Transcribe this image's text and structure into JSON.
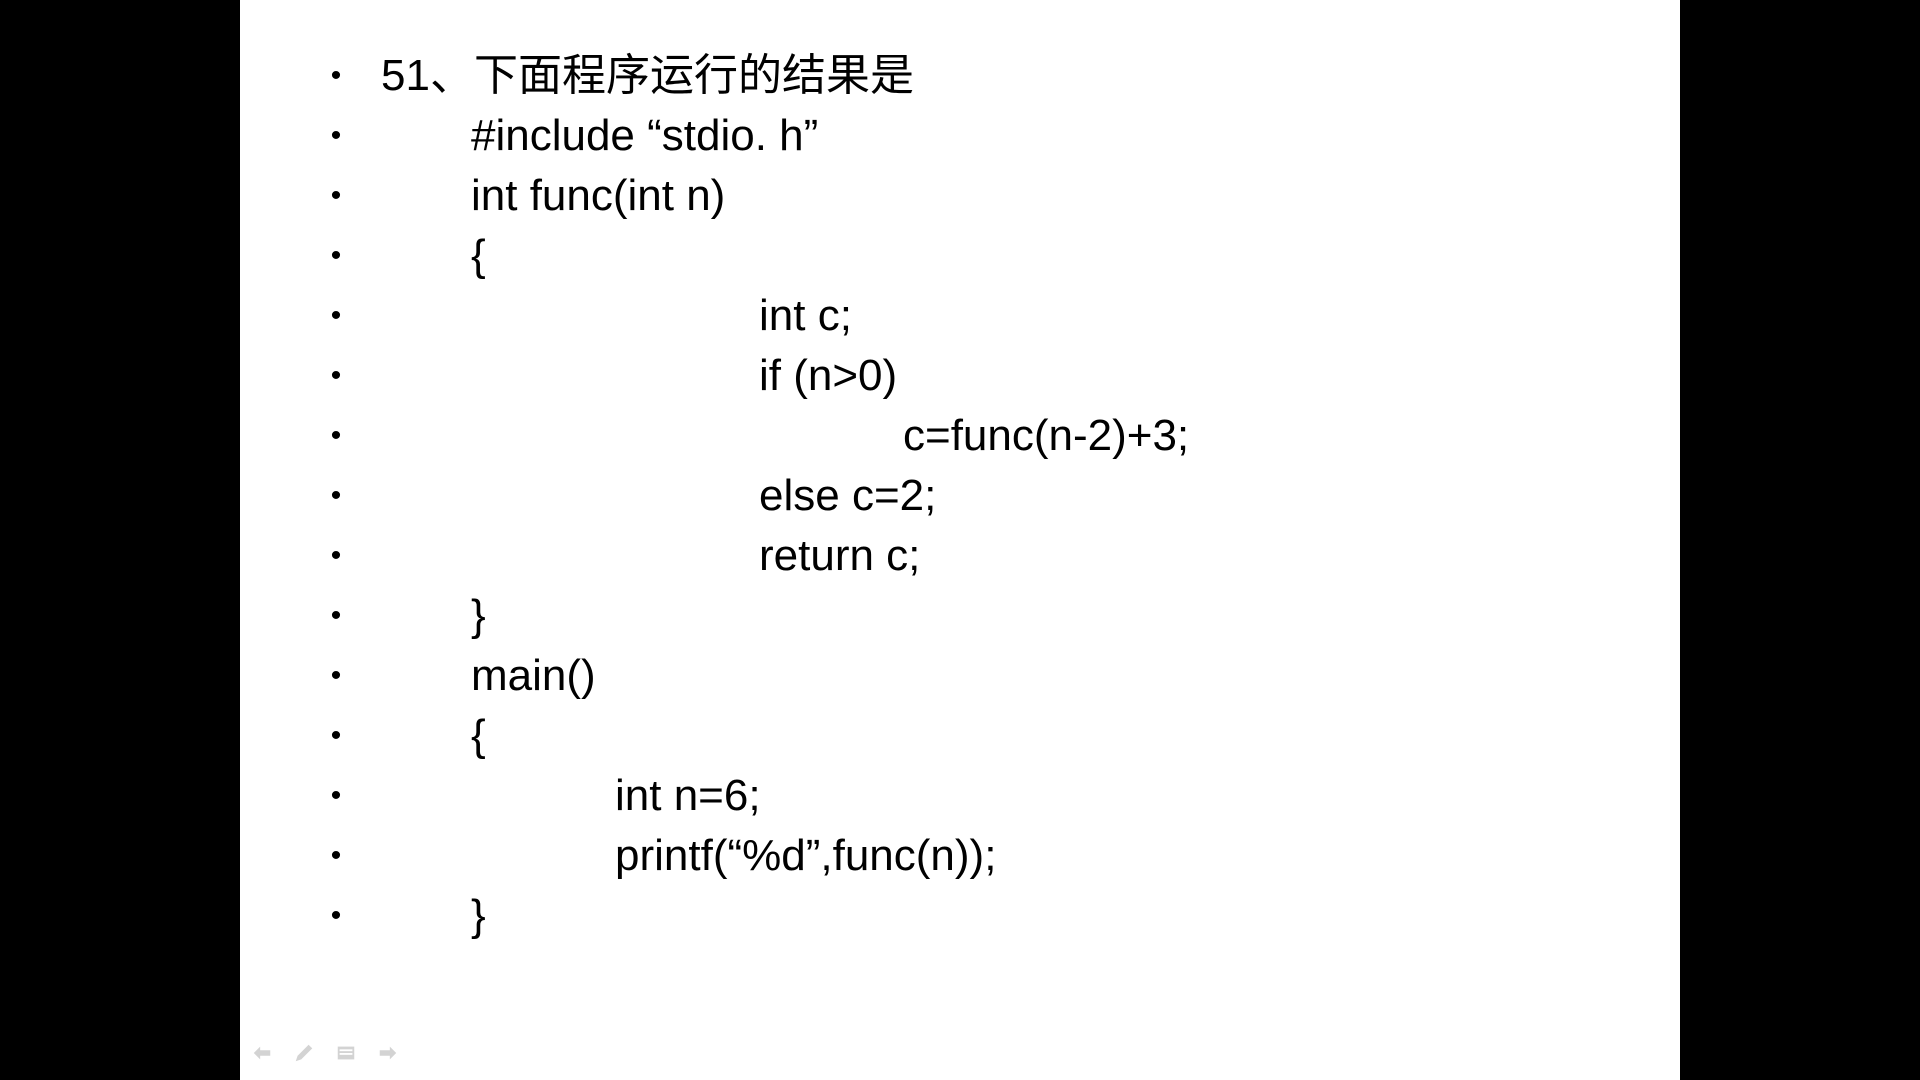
{
  "slide": {
    "bullet_glyph": "•",
    "lines": [
      {
        "text": "51、下面程序运行的结果是",
        "indent": 0
      },
      {
        "text": "#include “stdio. h”",
        "indent": 1
      },
      {
        "text": "int func(int n)",
        "indent": 1
      },
      {
        "text": "{",
        "indent": 1
      },
      {
        "text": "int c;",
        "indent": 3
      },
      {
        "text": "if (n>0)",
        "indent": 3
      },
      {
        "text": "c=func(n-2)+3;",
        "indent": 4
      },
      {
        "text": "else c=2;",
        "indent": 3
      },
      {
        "text": "return c;",
        "indent": 3
      },
      {
        "text": "}",
        "indent": 1
      },
      {
        "text": "main()",
        "indent": 1
      },
      {
        "text": "{",
        "indent": 1
      },
      {
        "text": "int n=6;",
        "indent": 2
      },
      {
        "text": "printf(“%d”,func(n));",
        "indent": 2
      },
      {
        "text": "}",
        "indent": 1
      }
    ]
  },
  "nav_controls": [
    {
      "name": "prev-slide-icon",
      "icon": "arrow-left"
    },
    {
      "name": "pen-icon",
      "icon": "pen"
    },
    {
      "name": "menu-icon",
      "icon": "menu"
    },
    {
      "name": "next-slide-icon",
      "icon": "arrow-right"
    }
  ],
  "colors": {
    "letterbox": "#000000",
    "slide_background": "#ffffff",
    "text": "#000000"
  }
}
